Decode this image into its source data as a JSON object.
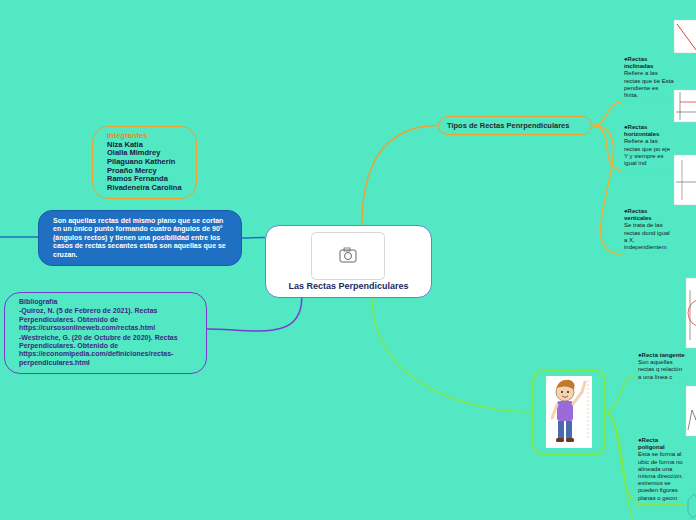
{
  "diagram": {
    "title": "Las Rectas Perpendiculares",
    "nodes": [
      {
        "text": [
          "Las Rectas Perpendiculares"
        ]
      },
      {
        "text": [
          "Integrantes",
          "Niza Katia",
          "Olalla Mimdrey",
          "Pilaguano Katherin",
          "Proaño Mercy",
          "Ramos Fernanda",
          "Rivadeneira Carolina"
        ]
      },
      {
        "text": [
          "Son aquellas rectas del mismo plano que se cortan en un único punto formando cuatro ángulos de 90° (ángulos rectos)  y tienen una posibilidad entre los casos de rectas secantes estas son aquellas que se cruzan."
        ]
      },
      {
        "text": [
          "Bibliografía",
          "-Quiroz, N. (5 de Febrero de 2021). Rectas Perpendiculares. Obtenido de https://cursosonlineweb.com/rectas.html",
          "-Westreiche, G. (20 de Octubre de 2020). Rectas Perpendiculares. Obtenido de https://economipedia.com/definiciones/rectas-perpendiculares.html"
        ]
      },
      {
        "text": [
          "Tipos de Rectas Penrpendiculares"
        ]
      },
      {
        "text": [
          "●Rectas inclinadas",
          "Refiere a las rectas que tie Esta pendiente es finita."
        ]
      },
      {
        "text": [
          "●Rectas horizontales",
          "Refiere a las rectas que po eje Y y siempre es igual ind"
        ]
      },
      {
        "text": [
          "●Rectas verticales",
          "Se trata de las rectas dond igual a X, independientem"
        ]
      },
      {
        "text": [
          "●Recta tangente",
          "Son aquellas rectas q relación a una línea c"
        ]
      },
      {
        "text": [
          "●Recta poligonal",
          "Esta se forma al ubic de forma no alineada una misma dirección. extremos se pueden figuras planas o geom"
        ]
      }
    ],
    "edges": [
      {
        "from": 0,
        "to": 2,
        "arrow": "none"
      },
      {
        "from": 0,
        "to": 3,
        "arrow": "none"
      },
      {
        "from": 0,
        "to": 4,
        "arrow": "none"
      },
      {
        "from": 4,
        "to": 5,
        "arrow": "none"
      },
      {
        "from": 4,
        "to": 6,
        "arrow": "none"
      },
      {
        "from": 4,
        "to": 7,
        "arrow": "none"
      }
    ]
  }
}
